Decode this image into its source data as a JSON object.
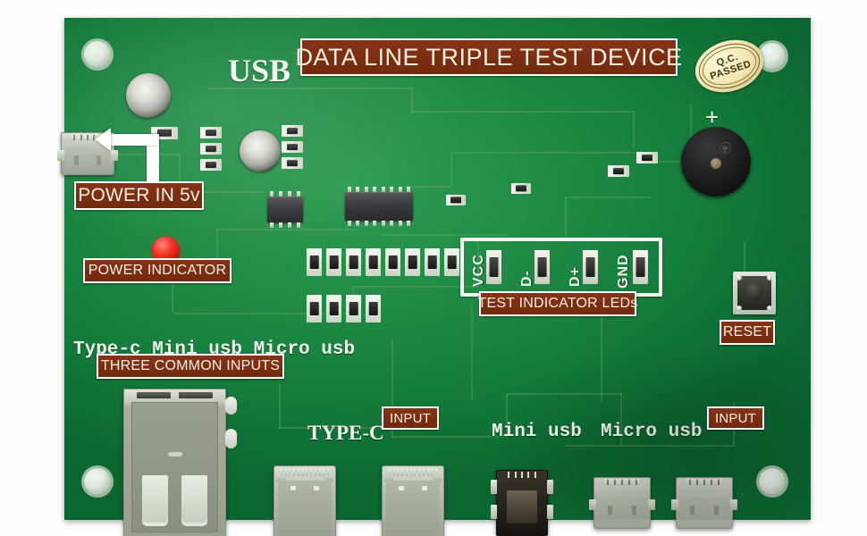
{
  "board": {
    "brand_text": "USB",
    "title_banner": "DATA LINE TRIPLE TEST DEVICE",
    "qc_sticker": {
      "line1": "Q.C.",
      "line2": "PASSED"
    }
  },
  "callouts": {
    "power_in": "POWER IN 5v",
    "power_indicator": "POWER  INDICATOR",
    "three_common_inputs": "THREE COMMON INPUTS",
    "test_indicator_leds": "TEST INDICATOR  LEDs",
    "reset": "RESET",
    "input_typec": "INPUT",
    "input_micro": "INPUT"
  },
  "silkscreen": {
    "common_inputs_row": "Type-c Mini usb Micro usb",
    "typec_label": "TYPE-C",
    "mini_usb_label": "Mini usb",
    "micro_usb_label": "Micro usb",
    "buzzer_polarity": "+"
  },
  "led_block": {
    "labels": [
      "VCC",
      "D-",
      "D+",
      "GND"
    ]
  },
  "colors": {
    "pcb_green": "#1f8a44",
    "callout_brown": "#7b2d10",
    "callout_border": "#ffffff",
    "silk_white": "#f2f6ef",
    "led_red": "#f0382b",
    "qc_gold": "#f3e9b6"
  }
}
